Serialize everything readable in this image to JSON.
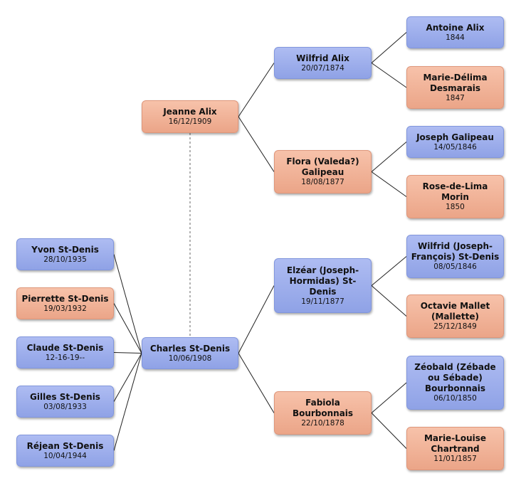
{
  "people": {
    "jeanne": {
      "name": "Jeanne Alix",
      "date": "16/12/1909",
      "sex": "f"
    },
    "charles": {
      "name": "Charles St-Denis",
      "date": "10/06/1908",
      "sex": "m"
    },
    "yvon": {
      "name": "Yvon St-Denis",
      "date": "28/10/1935",
      "sex": "m"
    },
    "pierrette": {
      "name": "Pierrette St-Denis",
      "date": "19/03/1932",
      "sex": "f"
    },
    "claude": {
      "name": "Claude St-Denis",
      "date": "12-16-19--",
      "sex": "m"
    },
    "gilles": {
      "name": "Gilles St-Denis",
      "date": "03/08/1933",
      "sex": "m"
    },
    "rejean": {
      "name": "Réjean St-Denis",
      "date": "10/04/1944",
      "sex": "m"
    },
    "wilfrid": {
      "name": "Wilfrid Alix",
      "date": "20/07/1874",
      "sex": "m"
    },
    "flora": {
      "name": "Flora (Valeda?)\nGalipeau",
      "date": "18/08/1877",
      "sex": "f"
    },
    "elzear": {
      "name": "Elzéar (Joseph-\nHormidas) St-\nDenis",
      "date": "19/11/1877",
      "sex": "m"
    },
    "fabiola": {
      "name": "Fabiola\nBourbonnais",
      "date": "22/10/1878",
      "sex": "f"
    },
    "antoine": {
      "name": "Antoine Alix",
      "date": "1844",
      "sex": "m"
    },
    "mariedelima": {
      "name": "Marie-Délima\nDesmarais",
      "date": "1847",
      "sex": "f"
    },
    "josephg": {
      "name": "Joseph Galipeau",
      "date": "14/05/1846",
      "sex": "m"
    },
    "rosedelima": {
      "name": "Rose-de-Lima\nMorin",
      "date": "1850",
      "sex": "f"
    },
    "wilfridjf": {
      "name": "Wilfrid (Joseph-\nFrançois) St-Denis",
      "date": "08/05/1846",
      "sex": "m"
    },
    "octavie": {
      "name": "Octavie Mallet\n(Mallette)",
      "date": "25/12/1849",
      "sex": "f"
    },
    "zeobald": {
      "name": "Zéobald (Zébade\nou Sébade)\nBourbonnais",
      "date": "06/10/1850",
      "sex": "m"
    },
    "marielouise": {
      "name": "Marie-Louise\nChartrand",
      "date": "11/01/1857",
      "sex": "f"
    }
  },
  "colors": {
    "male": "#9aabea",
    "female": "#f0b295",
    "line": "#222222"
  }
}
